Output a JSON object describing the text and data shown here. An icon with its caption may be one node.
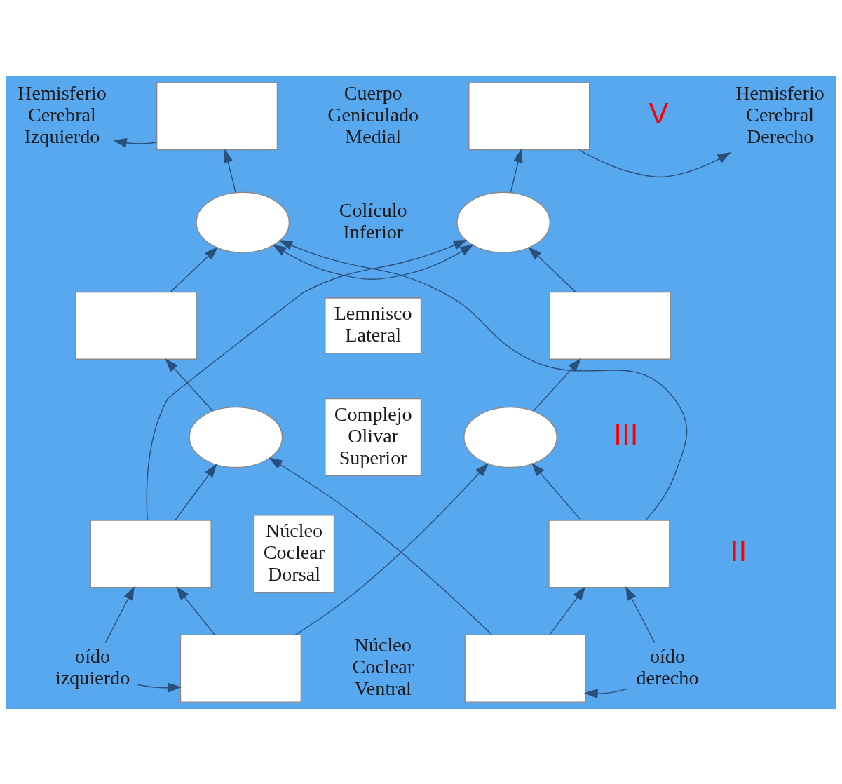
{
  "diagram": {
    "nodes": [
      {
        "text": [
          "Hemisferio Cerebral Izquierdo"
        ]
      },
      {
        "text": [],
        "shape": "box"
      },
      {
        "text": [],
        "shape": "box"
      },
      {
        "text": [
          "Hemisferio Cerebral Derecho"
        ]
      },
      {
        "text": [],
        "shape": "ellipse"
      },
      {
        "text": [],
        "shape": "ellipse"
      },
      {
        "text": [],
        "shape": "box"
      },
      {
        "text": [
          "Lemnisco Lateral"
        ]
      },
      {
        "text": [],
        "shape": "box"
      },
      {
        "text": [],
        "shape": "ellipse"
      },
      {
        "text": [
          "Complejo Olivar Superior"
        ]
      },
      {
        "text": [],
        "shape": "ellipse"
      },
      {
        "text": [],
        "shape": "box"
      },
      {
        "text": [
          "Núcleo Coclear Dorsal"
        ]
      },
      {
        "text": [],
        "shape": "box"
      },
      {
        "text": [
          "oído izquierdo"
        ]
      },
      {
        "text": [],
        "shape": "box"
      },
      {
        "text": [],
        "shape": "box"
      },
      {
        "text": [
          "oído derecho"
        ]
      }
    ],
    "edges": [
      {
        "from": 15,
        "to": 16,
        "arrow": "to"
      },
      {
        "from": 15,
        "to": 12,
        "arrow": "to"
      },
      {
        "from": 18,
        "to": 17,
        "arrow": "to"
      },
      {
        "from": 18,
        "to": 14,
        "arrow": "to"
      },
      {
        "from": 16,
        "to": 12,
        "arrow": "to"
      },
      {
        "from": 17,
        "to": 14,
        "arrow": "to"
      },
      {
        "from": 16,
        "to": 11,
        "arrow": "to"
      },
      {
        "from": 17,
        "to": 9,
        "arrow": "to"
      },
      {
        "from": 12,
        "to": 9,
        "arrow": "to"
      },
      {
        "from": 14,
        "to": 11,
        "arrow": "to"
      },
      {
        "from": 12,
        "to": 5,
        "arrow": "to"
      },
      {
        "from": 14,
        "to": 4,
        "arrow": "to"
      },
      {
        "from": 9,
        "to": 6,
        "arrow": "to"
      },
      {
        "from": 11,
        "to": 8,
        "arrow": "to"
      },
      {
        "from": 6,
        "to": 4,
        "arrow": "to"
      },
      {
        "from": 8,
        "to": 5,
        "arrow": "to"
      },
      {
        "from": 4,
        "to": 5,
        "arrow": "both"
      },
      {
        "from": 4,
        "to": 1,
        "arrow": "to"
      },
      {
        "from": 5,
        "to": 2,
        "arrow": "to"
      },
      {
        "from": 1,
        "to": 0,
        "arrow": "to"
      },
      {
        "from": 2,
        "to": 3,
        "arrow": "to"
      }
    ],
    "labels": [
      "Cuerpo Geniculado Medial",
      "V",
      "Colículo Inferior",
      "III",
      "II",
      "Núcleo Coclear Ventral"
    ]
  }
}
